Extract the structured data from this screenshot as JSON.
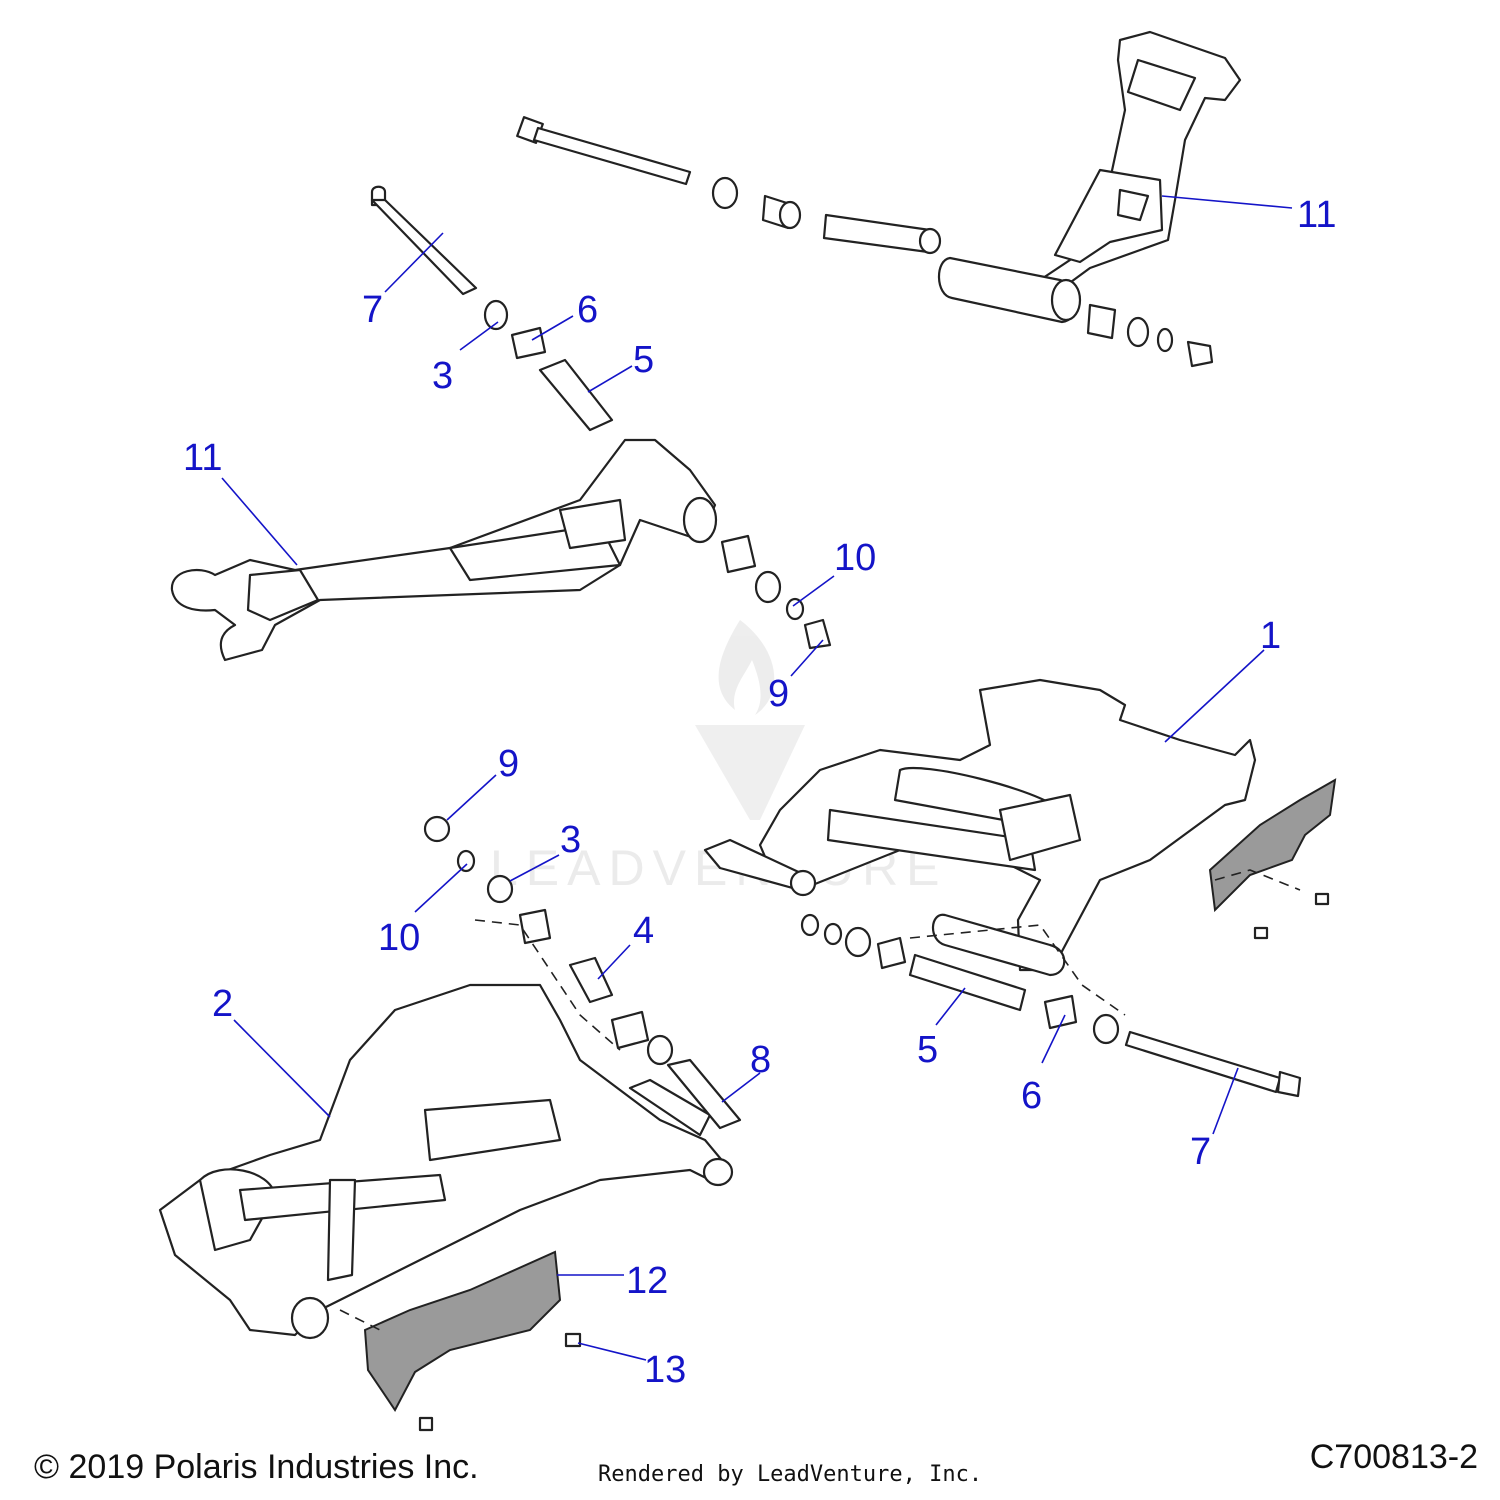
{
  "callouts": {
    "c11a": "11",
    "c7a": "7",
    "c6a": "6",
    "c3a": "3",
    "c5a": "5",
    "c11b": "11",
    "c10a": "10",
    "c9a": "9",
    "c1": "1",
    "c9b": "9",
    "c3b": "3",
    "c10b": "10",
    "c4": "4",
    "c2": "2",
    "c8": "8",
    "c5b": "5",
    "c6b": "6",
    "c7b": "7",
    "c12": "12",
    "c13": "13"
  },
  "watermark": "LEADVENTURE",
  "footer": {
    "copyright": "© 2019 Polaris Industries Inc.",
    "rendered_by": "Rendered by LeadVenture, Inc.",
    "diagram_code": "C700813-2"
  },
  "colors": {
    "callout": "#1414c8",
    "line": "#222222",
    "plate_fill": "#9a9a9a"
  }
}
